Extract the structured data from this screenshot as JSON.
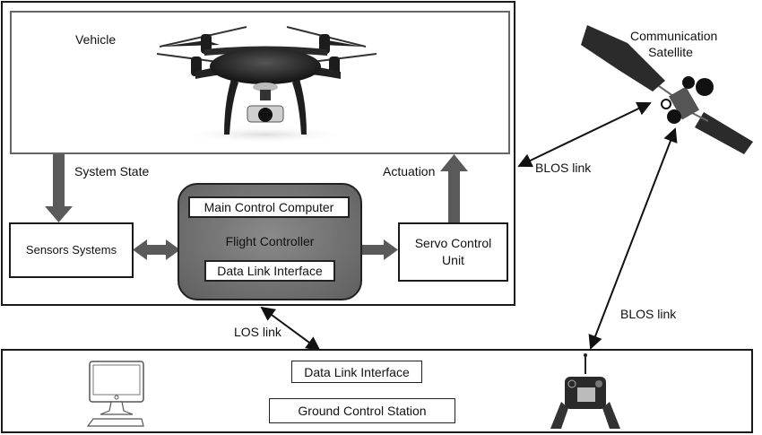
{
  "diagram": {
    "vehicle": {
      "label": "Vehicle",
      "image": "quadcopter-drone"
    },
    "satellite": {
      "label_line1": "Communication",
      "label_line2": "Satellite",
      "image": "communication-satellite"
    },
    "flows": {
      "system_state": "System State",
      "actuation": "Actuation"
    },
    "blocks": {
      "sensors": "Sensors Systems",
      "flight_controller": {
        "title": "Flight Controller",
        "main_computer": "Main Control Computer",
        "data_link": "Data Link Interface"
      },
      "servo_line1": "Servo Control",
      "servo_line2": "Unit"
    },
    "links": {
      "blos_upper": "BLOS link",
      "blos_lower": "BLOS link",
      "los": "LOS link"
    },
    "ground_station": {
      "data_link": "Data Link Interface",
      "title": "Ground Control Station",
      "computer_icon": "desktop-computer",
      "remote_icon": "handheld-remote-controller"
    },
    "colors": {
      "arrow_fill": "#5a5a5a",
      "fc_fill": "#707070",
      "border": "#1a1a1a"
    }
  }
}
